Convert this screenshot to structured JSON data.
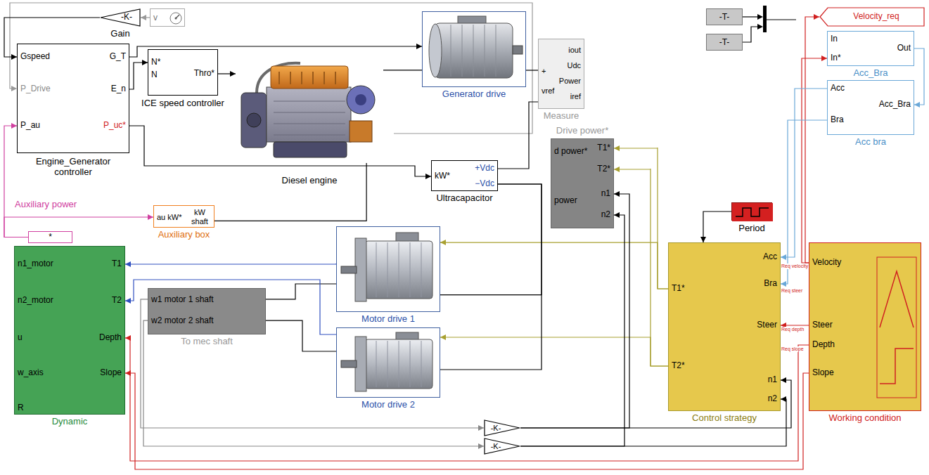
{
  "diagram": {
    "nodes": [
      {
        "text": [
          "Gspeed",
          "P_Drive",
          "P_au",
          "G_T",
          "E_n",
          "P_uc*",
          "Engine_Generator controller"
        ]
      },
      {
        "text": [
          "-K-",
          "Gain"
        ]
      },
      {
        "text": [
          "v"
        ]
      },
      {
        "text": [
          "N*",
          "N",
          "Thro*",
          "ICE speed controller"
        ]
      },
      {
        "text": [
          "Diesel engine"
        ]
      },
      {
        "text": [
          "Generator drive"
        ]
      },
      {
        "text": [
          "+",
          "vref",
          "iout",
          "Udc",
          "Power",
          "iref",
          "Measure"
        ]
      },
      {
        "text": [
          "kW*",
          "+Vdc",
          "−Vdc",
          "Ultracapacitor"
        ]
      },
      {
        "text": [
          "au kW*",
          "kW shaft",
          "Auxiliary box"
        ]
      },
      {
        "text": [
          "*",
          "Auxiliary power"
        ]
      },
      {
        "text": [
          "d power*",
          "power",
          "T1*",
          "T2*",
          "n1",
          "n2",
          "Drive power*"
        ]
      },
      {
        "text": [
          "Motor drive 1"
        ]
      },
      {
        "text": [
          "Motor drive 2"
        ]
      },
      {
        "text": [
          "w1 motor 1 shaft",
          "w2 motor 2 shaft",
          "To mec shaft"
        ]
      },
      {
        "text": [
          "n1_motor",
          "n2_motor",
          "u",
          "w_axis",
          "R",
          "T1",
          "T2",
          "Depth",
          "Slope",
          "Dynamic"
        ]
      },
      {
        "text": [
          "-K-"
        ]
      },
      {
        "text": [
          "-K-"
        ]
      },
      {
        "text": [
          "-T-"
        ]
      },
      {
        "text": [
          "-T-"
        ]
      },
      {
        "text": [
          "Velocity_req"
        ]
      },
      {
        "text": [
          "In",
          "In*",
          "Out",
          "Acc_Bra"
        ]
      },
      {
        "text": [
          "Acc",
          "Bra",
          "Acc_Bra",
          "Acc bra"
        ]
      },
      {
        "text": [
          "Period"
        ]
      },
      {
        "text": [
          "Acc",
          "Bra",
          "Steer",
          "T1*",
          "T2*",
          "n1",
          "n2",
          "Control strategy"
        ]
      },
      {
        "text": [
          "Velocity",
          "Steer",
          "Depth",
          "Slope",
          "Working condition"
        ]
      }
    ],
    "edges": [
      {
        "from": 2,
        "to": 1,
        "arrow": "to"
      },
      {
        "from": 1,
        "to": 0,
        "arrow": "to"
      },
      {
        "from": 0,
        "to": 5,
        "arrow": "to"
      },
      {
        "from": 0,
        "to": 3,
        "arrow": "to"
      },
      {
        "from": 3,
        "to": 4,
        "arrow": "to"
      },
      {
        "from": 4,
        "to": 5,
        "arrow": "none"
      },
      {
        "from": 5,
        "to": 6,
        "arrow": "none"
      },
      {
        "from": 0,
        "to": 7,
        "arrow": "to"
      },
      {
        "from": 7,
        "to": 6,
        "arrow": "none"
      },
      {
        "from": 9,
        "to": 0,
        "arrow": "to"
      },
      {
        "from": 9,
        "to": 8,
        "arrow": "to"
      },
      {
        "from": 8,
        "to": 4,
        "arrow": "none"
      },
      {
        "from": 23,
        "to": 10,
        "arrow": "to"
      },
      {
        "from": 23,
        "to": 11,
        "arrow": "to"
      },
      {
        "from": 23,
        "to": 10,
        "arrow": "to"
      },
      {
        "from": 23,
        "to": 12,
        "arrow": "to"
      },
      {
        "from": 11,
        "to": 7,
        "arrow": "none"
      },
      {
        "from": 12,
        "to": 7,
        "arrow": "none"
      },
      {
        "from": 13,
        "to": 11,
        "arrow": "none"
      },
      {
        "from": 13,
        "to": 12,
        "arrow": "none"
      },
      {
        "from": 11,
        "to": 14,
        "arrow": "to"
      },
      {
        "from": 12,
        "to": 14,
        "arrow": "to"
      },
      {
        "from": 13,
        "to": 15,
        "arrow": "to"
      },
      {
        "from": 13,
        "to": 16,
        "arrow": "to"
      },
      {
        "from": 15,
        "to": 23,
        "arrow": "to"
      },
      {
        "from": 15,
        "to": 10,
        "arrow": "to"
      },
      {
        "from": 16,
        "to": 23,
        "arrow": "to"
      },
      {
        "from": 16,
        "to": 10,
        "arrow": "to"
      },
      {
        "from": 24,
        "to": 19,
        "arrow": "to"
      },
      {
        "from": 24,
        "to": 20,
        "arrow": "to"
      },
      {
        "from": 20,
        "to": 21,
        "arrow": "to"
      },
      {
        "from": 21,
        "to": 23,
        "arrow": "to"
      },
      {
        "from": 21,
        "to": 23,
        "arrow": "to"
      },
      {
        "from": 24,
        "to": 23,
        "arrow": "to"
      },
      {
        "from": 24,
        "to": 14,
        "arrow": "to"
      },
      {
        "from": 24,
        "to": 14,
        "arrow": "to"
      },
      {
        "from": 22,
        "to": 23,
        "arrow": "to"
      }
    ],
    "labels": [
      "Req velocity",
      "Req steer",
      "Req depth",
      "Req slope"
    ]
  }
}
